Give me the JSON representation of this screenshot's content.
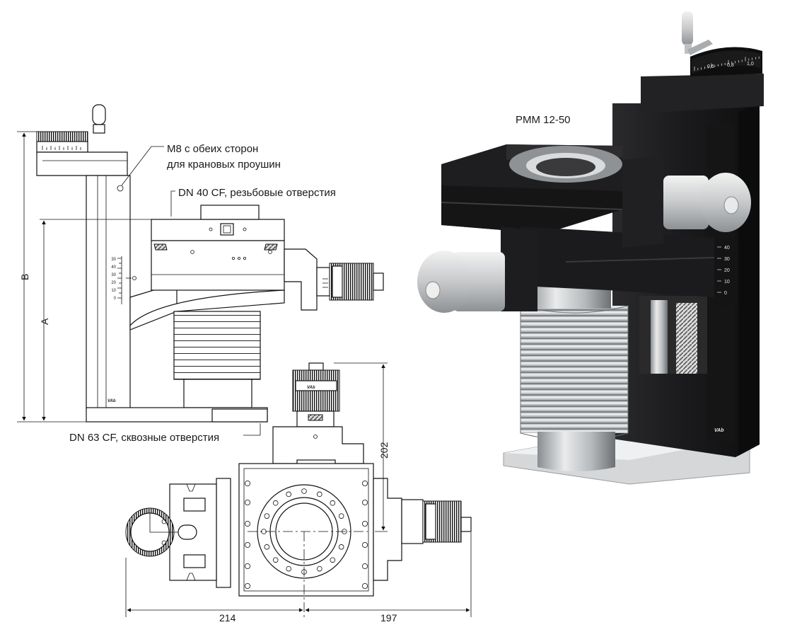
{
  "labels": {
    "model": "PMM 12-50",
    "m8_line1": "M8 с обеих сторон",
    "m8_line2": "для крановых проушин",
    "dn40": "DN 40 CF, резьбовые отверстия",
    "dn63": "DN 63 CF, сквозные отверстия"
  },
  "dimensions": {
    "B": "B",
    "A": "A",
    "d202": "202",
    "d214": "214",
    "d197": "197"
  },
  "scales": {
    "top_dial": [
      "0,6",
      "0,8",
      "1,0"
    ],
    "side_scale": [
      "40",
      "30",
      "20",
      "10",
      "0"
    ],
    "drawing_scale": [
      "30",
      "40",
      "30",
      "20",
      "10",
      "0"
    ]
  },
  "logo": "VAb",
  "colors": {
    "body_black": "#1c1c1e",
    "metal": "#c9cbcd",
    "line": "#111111"
  }
}
